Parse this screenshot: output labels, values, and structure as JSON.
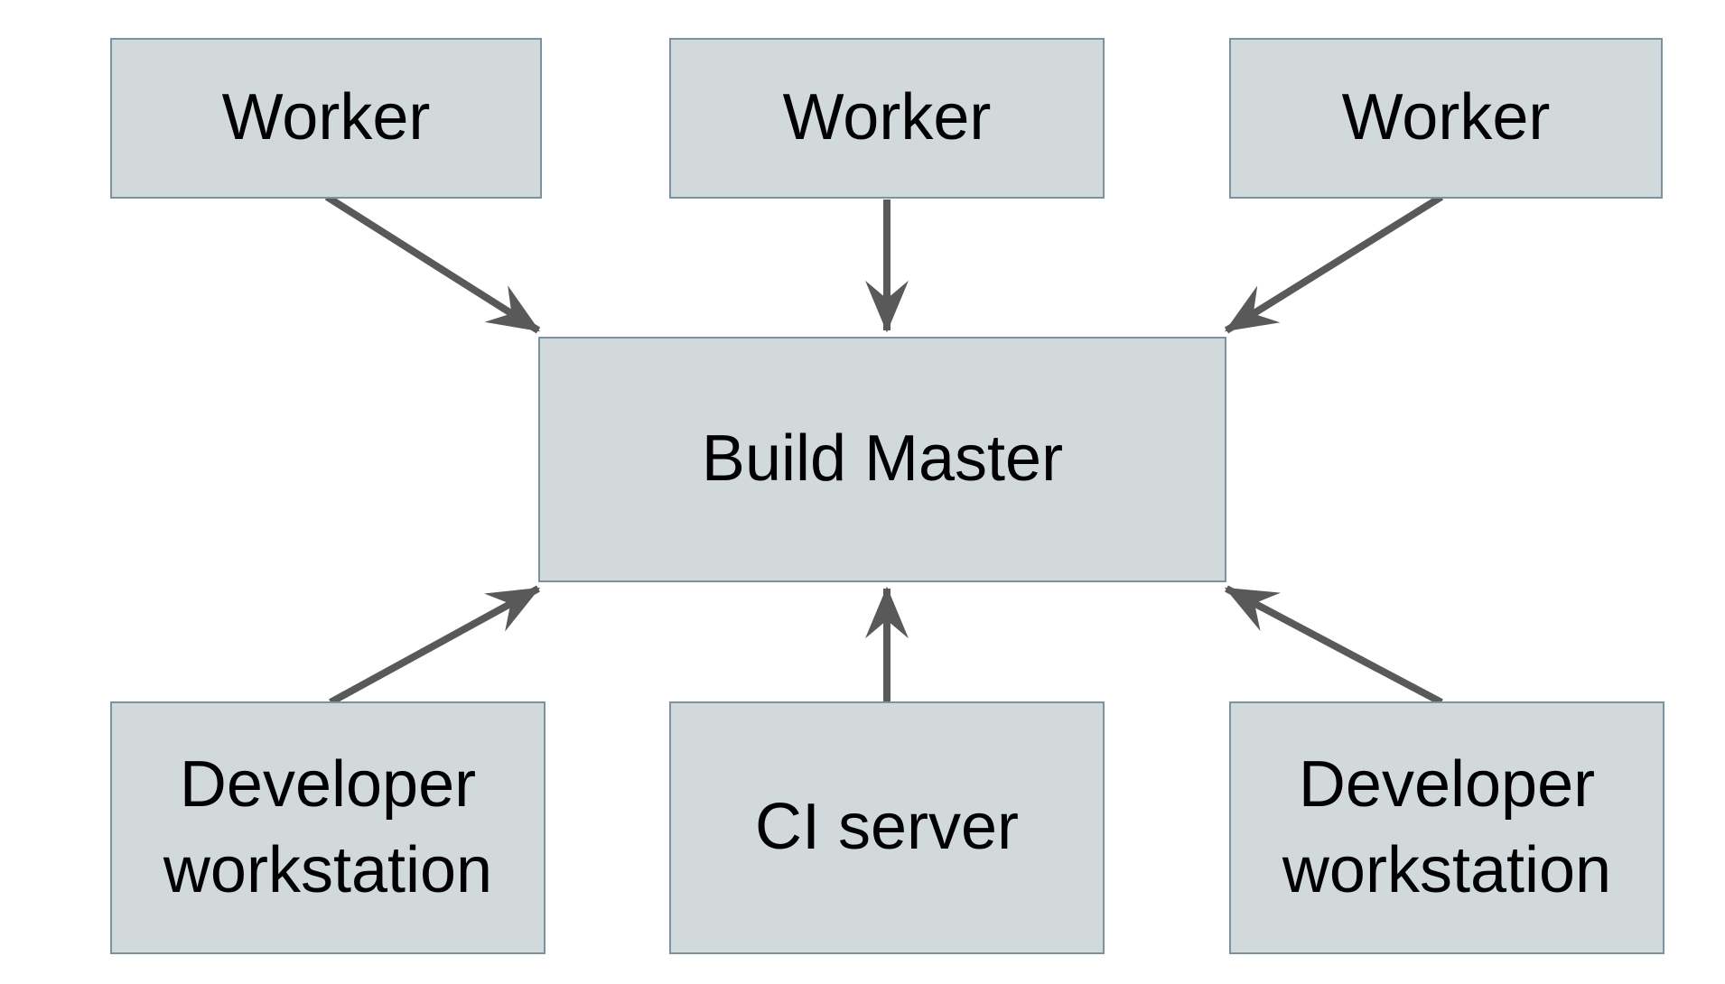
{
  "diagram": {
    "type": "architecture-diagram",
    "colors": {
      "node_fill": "#d1d9db",
      "node_border": "#7b93a0",
      "arrow_color": "#595959",
      "text_color": "#000000",
      "background": "#ffffff"
    },
    "nodes": [
      {
        "id": "worker-1",
        "label": "Worker"
      },
      {
        "id": "worker-2",
        "label": "Worker"
      },
      {
        "id": "worker-3",
        "label": "Worker"
      },
      {
        "id": "build-master",
        "label": "Build Master"
      },
      {
        "id": "dev-left",
        "label": "Developer workstation"
      },
      {
        "id": "ci-server",
        "label": "CI server"
      },
      {
        "id": "dev-right",
        "label": "Developer workstation"
      }
    ],
    "edges": [
      {
        "from": "worker-1",
        "to": "build-master"
      },
      {
        "from": "worker-2",
        "to": "build-master"
      },
      {
        "from": "worker-3",
        "to": "build-master"
      },
      {
        "from": "dev-left",
        "to": "build-master"
      },
      {
        "from": "ci-server",
        "to": "build-master"
      },
      {
        "from": "dev-right",
        "to": "build-master"
      }
    ]
  }
}
